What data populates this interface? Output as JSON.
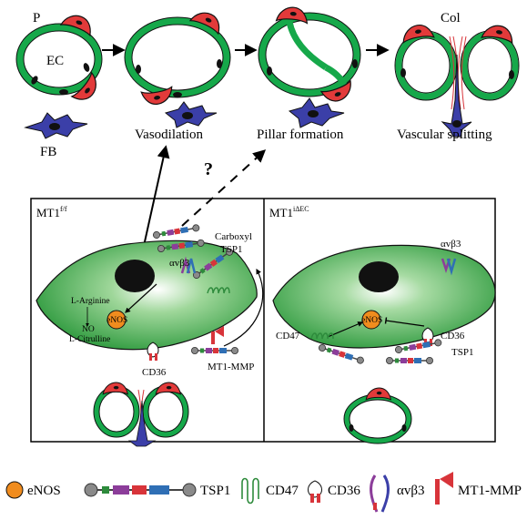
{
  "top_row": {
    "label_p": "P",
    "label_ec": "EC",
    "label_fb": "FB",
    "label_col": "Col",
    "stage_vasodilation": "Vasodilation",
    "stage_pillar": "Pillar formation",
    "stage_splitting": "Vascular splitting",
    "question_mark": "?"
  },
  "panel_left": {
    "title_main": "MT1",
    "title_sup": "f/f",
    "carboxyl": "Carboxyl",
    "tsp1": "TSP1",
    "avb3": "αvβ3",
    "l_arginine": "L-Arginine",
    "enos": "eNOS",
    "no": "NO",
    "l_citrulline": "L-Citrulline",
    "cd36": "CD36",
    "mt1mmp": "MT1-MMP"
  },
  "panel_right": {
    "title_main": "MT1",
    "title_sup": "iΔEC",
    "avb3": "αvβ3",
    "enos": "eNOS",
    "cd47": "CD47",
    "cd36": "CD36",
    "tsp1": "TSP1"
  },
  "legend": {
    "enos": "eNOS",
    "tsp1": "TSP1",
    "cd47": "CD47",
    "cd36": "CD36",
    "avb3": "αvβ3",
    "mt1mmp": "MT1-MMP"
  },
  "colors": {
    "vessel_green": "#16a84a",
    "pericyte_red": "#e23a3a",
    "fibroblast_blue": "#3b3fa8",
    "enos_orange": "#f08c1e",
    "tsp1_blue": "#2f6fb5",
    "tsp1_red": "#d8343a",
    "tsp1_purple": "#8c3d9a",
    "tsp1_gray": "#8a8a8a"
  }
}
